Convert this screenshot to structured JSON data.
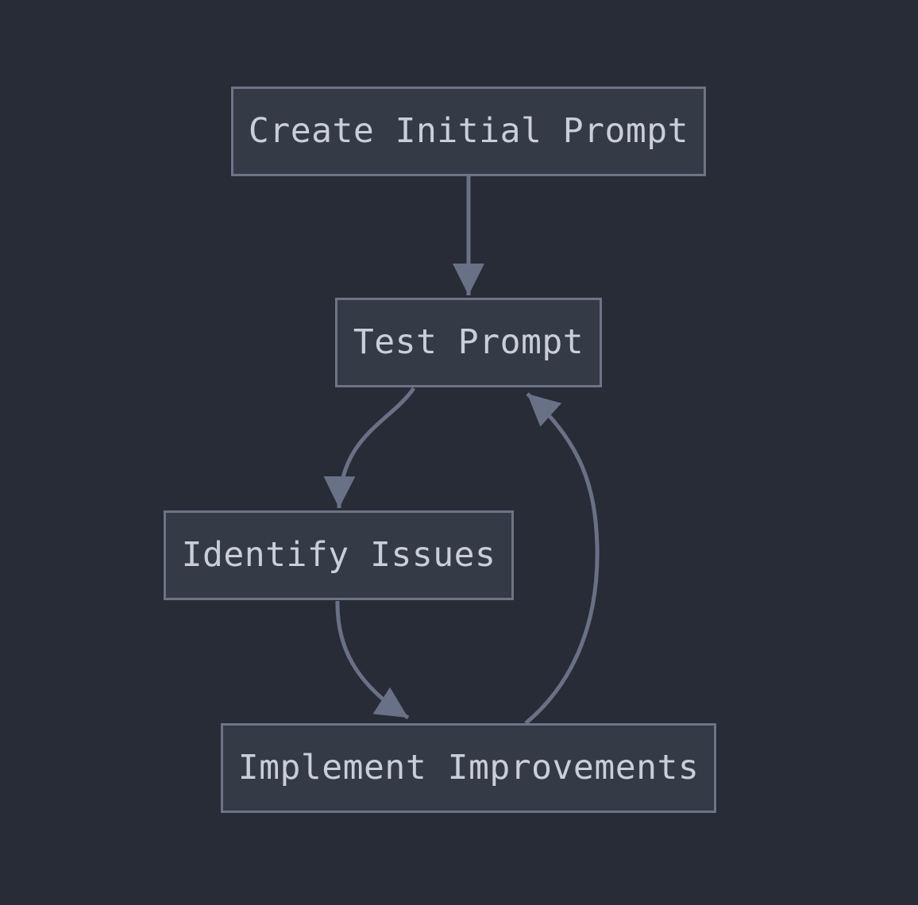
{
  "diagram": {
    "type": "flowchart",
    "direction": "top-down",
    "nodes": [
      {
        "id": "create",
        "label": "Create Initial Prompt"
      },
      {
        "id": "test",
        "label": "Test Prompt"
      },
      {
        "id": "identify",
        "label": "Identify Issues"
      },
      {
        "id": "implement",
        "label": "Implement Improvements"
      }
    ],
    "edges": [
      {
        "from": "create",
        "to": "test",
        "style": "straight-down"
      },
      {
        "from": "test",
        "to": "identify",
        "style": "curve-down-left"
      },
      {
        "from": "identify",
        "to": "implement",
        "style": "curve-down-right"
      },
      {
        "from": "implement",
        "to": "test",
        "style": "curve-up-right-loopback"
      }
    ],
    "colors": {
      "bg": "#282c36",
      "node-fill": "#343a46",
      "node-border": "#6c7487",
      "text": "#c9cedb",
      "arrow": "#687185"
    }
  }
}
